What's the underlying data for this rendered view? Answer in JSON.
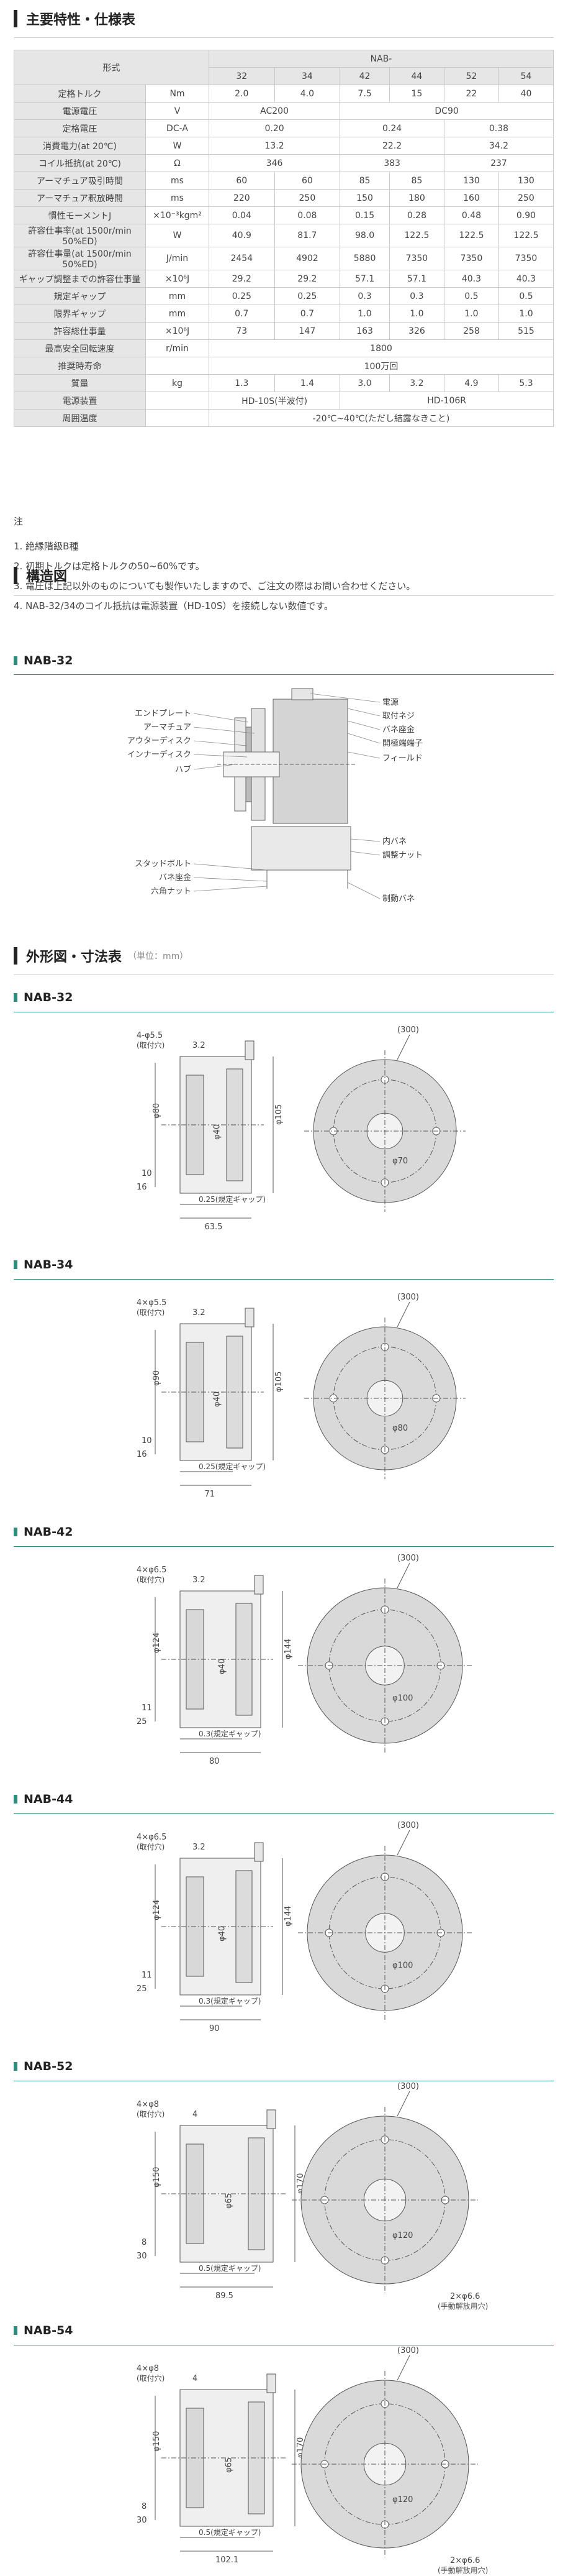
{
  "colors": {
    "accent": "#2e8b7a",
    "header_bg": "#e6e6e6",
    "border": "#c8c8c8",
    "machine": "#cfcfcf"
  },
  "spec": {
    "title": "主要特性・仕様表",
    "head": {
      "model_label": "形式",
      "model_prefix": "NAB-",
      "sizes": [
        "32",
        "34",
        "42",
        "44",
        "52",
        "54"
      ]
    },
    "rows": [
      {
        "item": "定格トルク",
        "unit": "Nm",
        "values": [
          "2.0",
          "4.0",
          "7.5",
          "15",
          "22",
          "40"
        ]
      },
      {
        "item": "電源電圧",
        "unit": "V",
        "spans": [
          {
            "text": "AC200",
            "cols": 2
          },
          {
            "text": "DC90",
            "cols": 4
          }
        ]
      },
      {
        "item": "定格電圧",
        "unit": "DC-A",
        "spans": [
          {
            "text": "0.20",
            "cols": 2
          },
          {
            "text": "0.24",
            "cols": 2
          },
          {
            "text": "0.38",
            "cols": 2
          }
        ]
      },
      {
        "item": "消費電力(at 20℃)",
        "unit": "W",
        "spans": [
          {
            "text": "13.2",
            "cols": 2
          },
          {
            "text": "22.2",
            "cols": 2
          },
          {
            "text": "34.2",
            "cols": 2
          }
        ]
      },
      {
        "item": "コイル抵抗(at 20℃)",
        "unit": "Ω",
        "spans": [
          {
            "text": "346",
            "cols": 2
          },
          {
            "text": "383",
            "cols": 2
          },
          {
            "text": "237",
            "cols": 2
          }
        ]
      },
      {
        "item": "アーマチュア吸引時間",
        "unit": "ms",
        "values": [
          "60",
          "60",
          "85",
          "85",
          "130",
          "130"
        ]
      },
      {
        "item": "アーマチュア釈放時間",
        "unit": "ms",
        "values": [
          "220",
          "250",
          "150",
          "180",
          "160",
          "250"
        ]
      },
      {
        "item": "慣性モーメントJ",
        "unit": "×10⁻³kgm²",
        "values": [
          "0.04",
          "0.08",
          "0.15",
          "0.28",
          "0.48",
          "0.90"
        ]
      },
      {
        "item": "許容仕事率(at 1500r/min 50%ED)",
        "unit": "W",
        "values": [
          "40.9",
          "81.7",
          "98.0",
          "122.5",
          "122.5",
          "122.5"
        ]
      },
      {
        "item": "許容仕事量(at 1500r/min 50%ED)",
        "unit": "J/min",
        "values": [
          "2454",
          "4902",
          "5880",
          "7350",
          "7350",
          "7350"
        ]
      },
      {
        "item": "ギャップ調整までの許容仕事量",
        "unit": "×10⁶J",
        "values": [
          "29.2",
          "29.2",
          "57.1",
          "57.1",
          "40.3",
          "40.3"
        ]
      },
      {
        "item": "規定ギャップ",
        "unit": "mm",
        "values": [
          "0.25",
          "0.25",
          "0.3",
          "0.3",
          "0.5",
          "0.5"
        ]
      },
      {
        "item": "限界ギャップ",
        "unit": "mm",
        "values": [
          "0.7",
          "0.7",
          "1.0",
          "1.0",
          "1.0",
          "1.0"
        ]
      },
      {
        "item": "許容総仕事量",
        "unit": "×10⁶J",
        "values": [
          "73",
          "147",
          "163",
          "326",
          "258",
          "515"
        ]
      },
      {
        "item": "最高安全回転速度",
        "unit": "r/min",
        "spans": [
          {
            "text": "1800",
            "cols": 6
          }
        ]
      },
      {
        "item": "推奨時寿命",
        "unit": "",
        "spans": [
          {
            "text": "100万回",
            "cols": 6
          }
        ]
      },
      {
        "item": "質量",
        "unit": "kg",
        "values": [
          "1.3",
          "1.4",
          "3.0",
          "3.2",
          "4.9",
          "5.3"
        ]
      },
      {
        "item": "電源装置",
        "unit": "",
        "spans": [
          {
            "text": "HD-10S(半波付)",
            "cols": 2
          },
          {
            "text": "HD-106R",
            "cols": 4
          }
        ]
      },
      {
        "item": "周囲温度",
        "unit": "",
        "spans": [
          {
            "text": "-20℃~40℃(ただし結露なきこと)",
            "cols": 6
          }
        ]
      }
    ]
  },
  "notes": {
    "heading": "注",
    "items": [
      "1. 絶縁階級B種",
      "2. 初期トルクは定格トルクの50~60%です。",
      "3. 電圧は上記以外のものについても製作いたしますので、ご注文の際はお問い合わせください。",
      "4. NAB-32/34のコイル抵抗は電源装置（HD-10S）を接続しない数値です。"
    ]
  },
  "structure": {
    "title": "構造図",
    "model": "NAB-32",
    "labels_left": [
      "エンドプレート",
      "アーマチュア",
      "アウターディスク",
      "インナーディスク",
      "ハブ",
      "スタッドボルト",
      "バネ座金",
      "六角ナット"
    ],
    "labels_right": [
      "電源",
      "取付ネジ",
      "バネ座金",
      "開極端端子",
      "フィールド",
      "内バネ",
      "調整ナット",
      "制動バネ"
    ]
  },
  "outline": {
    "title": "外形図・寸法表",
    "unit_note": "（単位：mm）",
    "models": [
      {
        "name": "NAB-32",
        "mount": "4-φ5.5",
        "mount_sub": "(取付穴)",
        "top": "3.2",
        "od_text": "φ80",
        "pcd_text": "φ105",
        "bore": "φ70",
        "d1": "10",
        "d2": "16",
        "gap": "0.25(規定ギャップ)",
        "width": "63.5",
        "lead": "(300)",
        "side": "φ40",
        "hole": ""
      },
      {
        "name": "NAB-34",
        "mount": "4×φ5.5",
        "mount_sub": "(取付穴)",
        "top": "3.2",
        "od_text": "φ90",
        "pcd_text": "φ105",
        "bore": "φ80",
        "d1": "10",
        "d2": "16",
        "gap": "0.25(規定ギャップ)",
        "width": "71",
        "lead": "(300)",
        "side": "φ40",
        "hole": ""
      },
      {
        "name": "NAB-42",
        "mount": "4×φ6.5",
        "mount_sub": "(取付穴)",
        "top": "3.2",
        "od_text": "φ124",
        "pcd_text": "φ144",
        "bore": "φ100",
        "d1": "11",
        "d2": "25",
        "gap": "0.3(規定ギャップ)",
        "width": "80",
        "lead": "(300)",
        "side": "φ40",
        "hole": ""
      },
      {
        "name": "NAB-44",
        "mount": "4×φ6.5",
        "mount_sub": "(取付穴)",
        "top": "3.2",
        "od_text": "φ124",
        "pcd_text": "φ144",
        "bore": "φ100",
        "d1": "11",
        "d2": "25",
        "gap": "0.3(規定ギャップ)",
        "width": "90",
        "lead": "(300)",
        "side": "φ40",
        "hole": ""
      },
      {
        "name": "NAB-52",
        "mount": "4×φ8",
        "mount_sub": "(取付穴)",
        "top": "4",
        "od_text": "φ150",
        "pcd_text": "φ170",
        "bore": "φ120",
        "d1": "8",
        "d2": "30",
        "gap": "0.5(規定ギャップ)",
        "width": "89.5",
        "lead": "(300)",
        "side": "φ65",
        "hole": "2×φ6.6",
        "hole_sub": "(手動解放用穴)"
      },
      {
        "name": "NAB-54",
        "mount": "4×φ8",
        "mount_sub": "(取付穴)",
        "top": "4",
        "od_text": "φ150",
        "pcd_text": "φ170",
        "bore": "φ120",
        "d1": "8",
        "d2": "30",
        "gap": "0.5(規定ギャップ)",
        "width": "102.1",
        "lead": "(300)",
        "side": "φ65",
        "hole": "2×φ6.6",
        "hole_sub": "(手動解放用穴)"
      }
    ]
  }
}
